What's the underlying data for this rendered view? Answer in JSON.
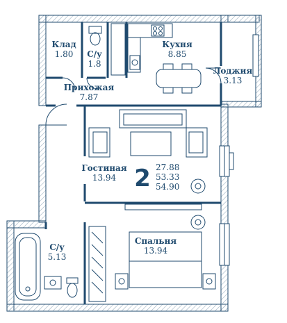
{
  "rooms": {
    "storage": {
      "name": "Клад",
      "area": "1.80"
    },
    "wc_small": {
      "name": "С/у",
      "area": "1.8"
    },
    "kitchen": {
      "name": "Кухня",
      "area": "8.85"
    },
    "loggia": {
      "name": "Лоджия",
      "area": "3.13"
    },
    "hallway": {
      "name": "Прихожая",
      "area": "7.87"
    },
    "living": {
      "name": "Гостиная",
      "area": "13.94"
    },
    "bath": {
      "name": "С/у",
      "area": "5.13"
    },
    "bedroom": {
      "name": "Спальня",
      "area": "13.94"
    }
  },
  "summary": {
    "rooms_count": "2",
    "total_area": "27.88",
    "living_area": "53.33",
    "full_area": "54.90"
  },
  "colors": {
    "wall": "#1f4a6e",
    "hatch": "#9fb3c3",
    "text": "#1f4a6e",
    "background": "#ffffff"
  }
}
